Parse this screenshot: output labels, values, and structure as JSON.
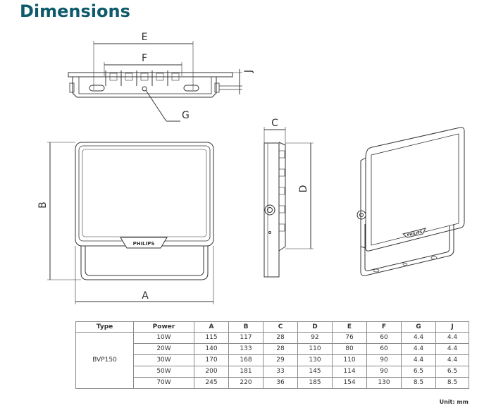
{
  "title": "Dimensions",
  "dimension_labels": {
    "a": "A",
    "b": "B",
    "c": "C",
    "d": "D",
    "e": "E",
    "f": "F",
    "g": "G",
    "j": "J"
  },
  "brand": "PHILIPS",
  "table": {
    "headers": [
      "Type",
      "Power",
      "A",
      "B",
      "C",
      "D",
      "E",
      "F",
      "G",
      "J"
    ],
    "type_value": "BVP150",
    "rows": [
      [
        "10W",
        "115",
        "117",
        "28",
        "92",
        "76",
        "60",
        "4.4",
        "4.4"
      ],
      [
        "20W",
        "140",
        "133",
        "28",
        "110",
        "80",
        "60",
        "4.4",
        "4.4"
      ],
      [
        "30W",
        "170",
        "168",
        "29",
        "130",
        "110",
        "90",
        "4.4",
        "4.4"
      ],
      [
        "50W",
        "200",
        "181",
        "33",
        "145",
        "114",
        "90",
        "6.5",
        "6.5"
      ],
      [
        "70W",
        "245",
        "220",
        "36",
        "185",
        "154",
        "130",
        "8.5",
        "8.5"
      ]
    ]
  },
  "unit_note": "Unit: mm"
}
